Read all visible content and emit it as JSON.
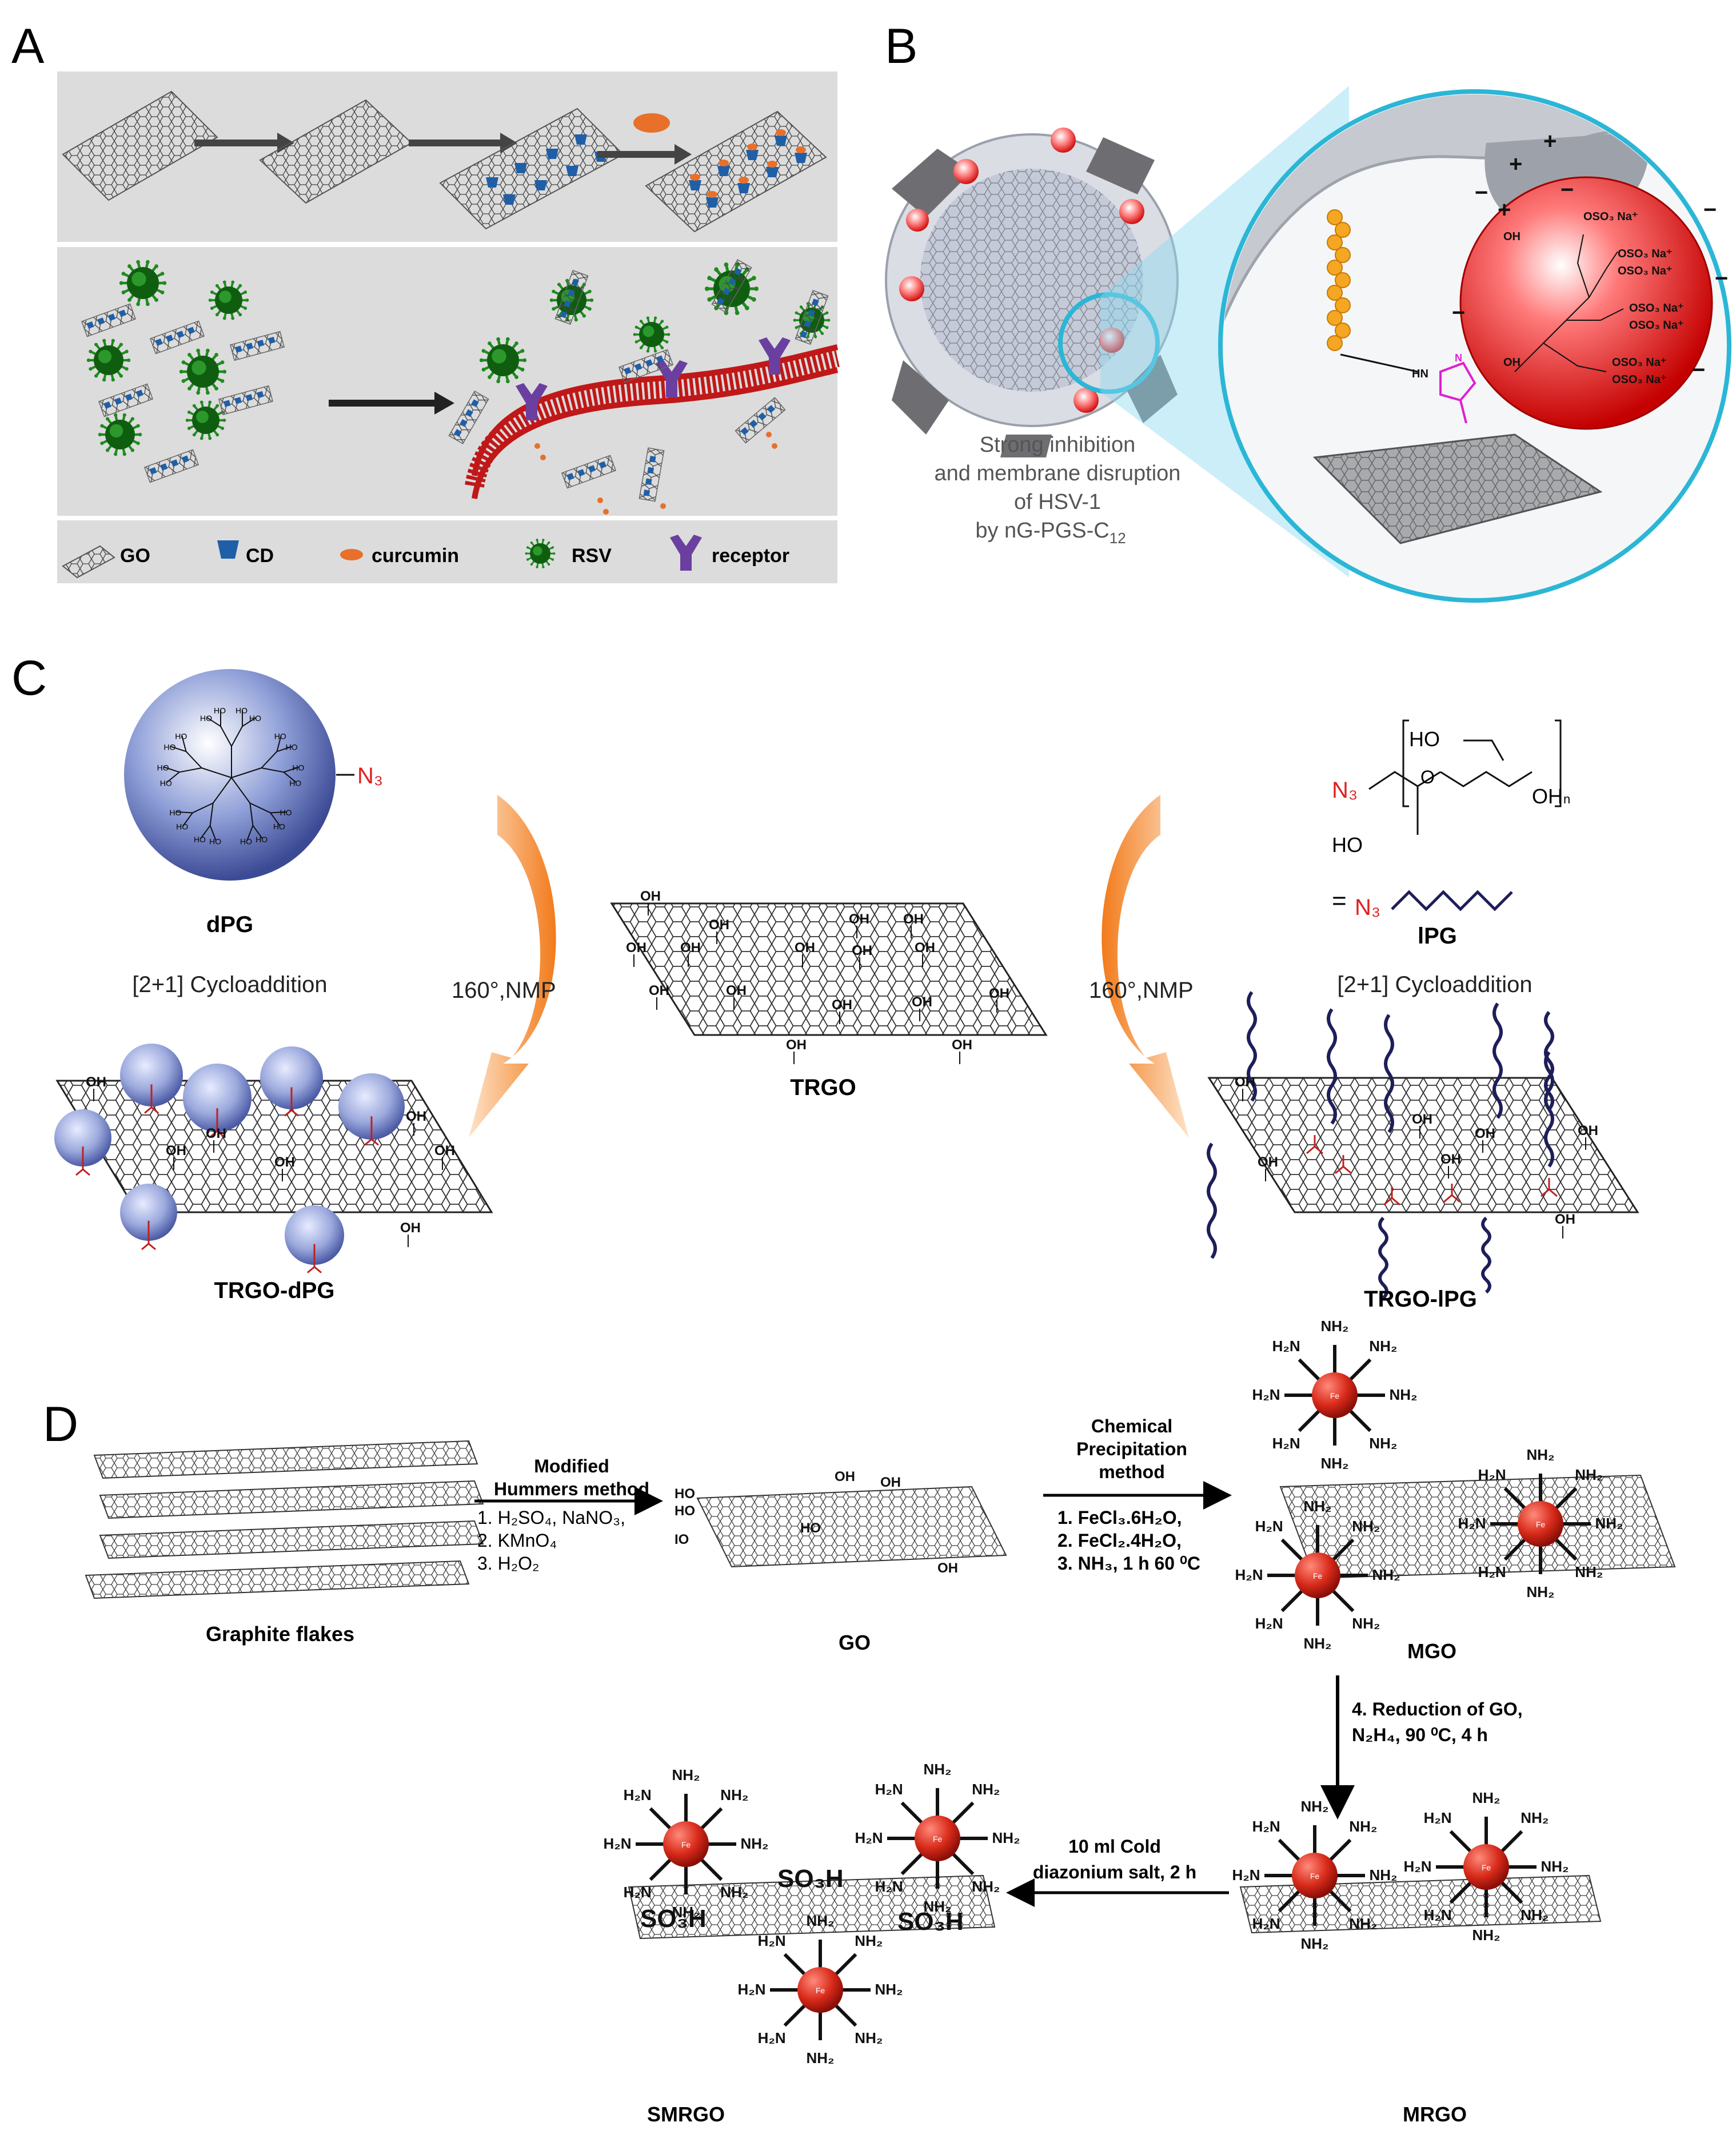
{
  "panels": {
    "a": {
      "letter": "A",
      "legend": {
        "go": "GO",
        "cd": "CD",
        "curcumin": "curcumin",
        "rsv": "RSV",
        "receptor": "receptor"
      }
    },
    "b": {
      "letter": "B",
      "caption_line1": "Strong inhibition",
      "caption_line2": "and membrane disruption",
      "caption_line3": "of HSV-1",
      "caption_line4_main": "by nG-PGS-C",
      "caption_line4_sub": "12",
      "sulfate_label": "OSO₃ Na⁺",
      "hn_label": "HN",
      "n_label": "N",
      "oh_label": "OH",
      "plus": "+",
      "minus": "−"
    },
    "c": {
      "letter": "C",
      "dpg_label": "dPG",
      "n3_label": "N₃",
      "cyclo_left": "[2+1] Cycloaddition",
      "cond_left": "160°,NMP",
      "trgo_label": "TRGO",
      "cond_right": "160°,NMP",
      "ipg_label": "lPG",
      "cyclo_right": "[2+1] Cycloaddition",
      "trgo_dpg_label": "TRGO-dPG",
      "trgo_ipg_label": "TRGO-lPG",
      "equals": "=",
      "ho_label": "HO",
      "oh_label": "OH",
      "o_label": "O",
      "n_label": "N",
      "sub_n": "n"
    },
    "d": {
      "letter": "D",
      "graphite_label": "Graphite flakes",
      "step1_title_line1": "Modified",
      "step1_title_line2": "Hummers method",
      "step1_reagents": [
        "1.   H₂SO₄, NaNO₃,",
        "2.   KMnO₄",
        "3.   H₂O₂"
      ],
      "go_label": "GO",
      "step2_title_line1": "Chemical",
      "step2_title_line2": "Precipitation",
      "step2_title_line3": "method",
      "step2_reagents": [
        "1. FeCl₃.6H₂O,",
        "2. FeCl₂.4H₂O,",
        "3. NH₃, 1 h 60 ⁰C"
      ],
      "mgo_label": "MGO",
      "step4_line1": "4. Reduction of GO,",
      "step4_line2": "N₂H₄,  90 ⁰C, 4 h",
      "mrgo_label": "MRGO",
      "step5_line1": "10 ml Cold",
      "step5_line2": "diazonium salt, 2 h",
      "smrgo_label": "SMRGO",
      "so3h_label": "SO₃H",
      "nh2_label": "NH₂",
      "h2n_label": "H₂N",
      "fe_label": "Fe"
    }
  },
  "colors": {
    "panel_gray": "#dcdcdc",
    "virus_green": "#1f8a1f",
    "cd_blue": "#1f5fa8",
    "curcumin_orange": "#e8702a",
    "receptor_purple": "#6b3fa0",
    "membrane_red": "#c01818",
    "nanosphere_red": "#e02020",
    "cyan_ring": "#2bb6d6",
    "dpg_blue": "#5a6fb3",
    "arrow_orange": "#f07a20",
    "azide_red": "#e02020",
    "chain_navy": "#1e1e5a",
    "fe_red": "#d42a1e"
  }
}
